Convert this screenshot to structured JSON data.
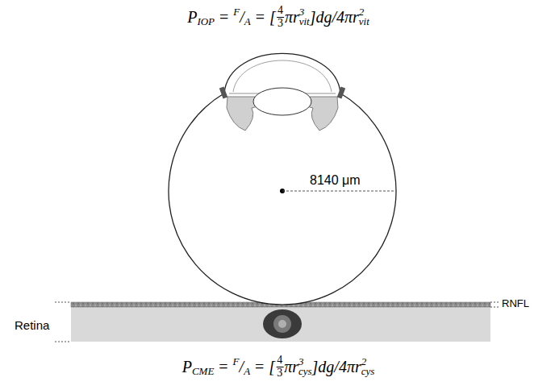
{
  "diagram": {
    "labels": [
      "P",
      "IOP",
      "=",
      "F",
      "/",
      "A",
      "=",
      "[",
      "4",
      "3",
      "πr",
      "3",
      "vit",
      "]dg/4πr",
      "2",
      "vit",
      "8140 μm",
      "RNFL",
      "Retina",
      "P",
      "CME",
      "=",
      "F",
      "/",
      "A",
      "=",
      "[",
      "4",
      "3",
      "πr",
      "3",
      "cys",
      "]dg/4πr",
      "2",
      "cys"
    ]
  }
}
